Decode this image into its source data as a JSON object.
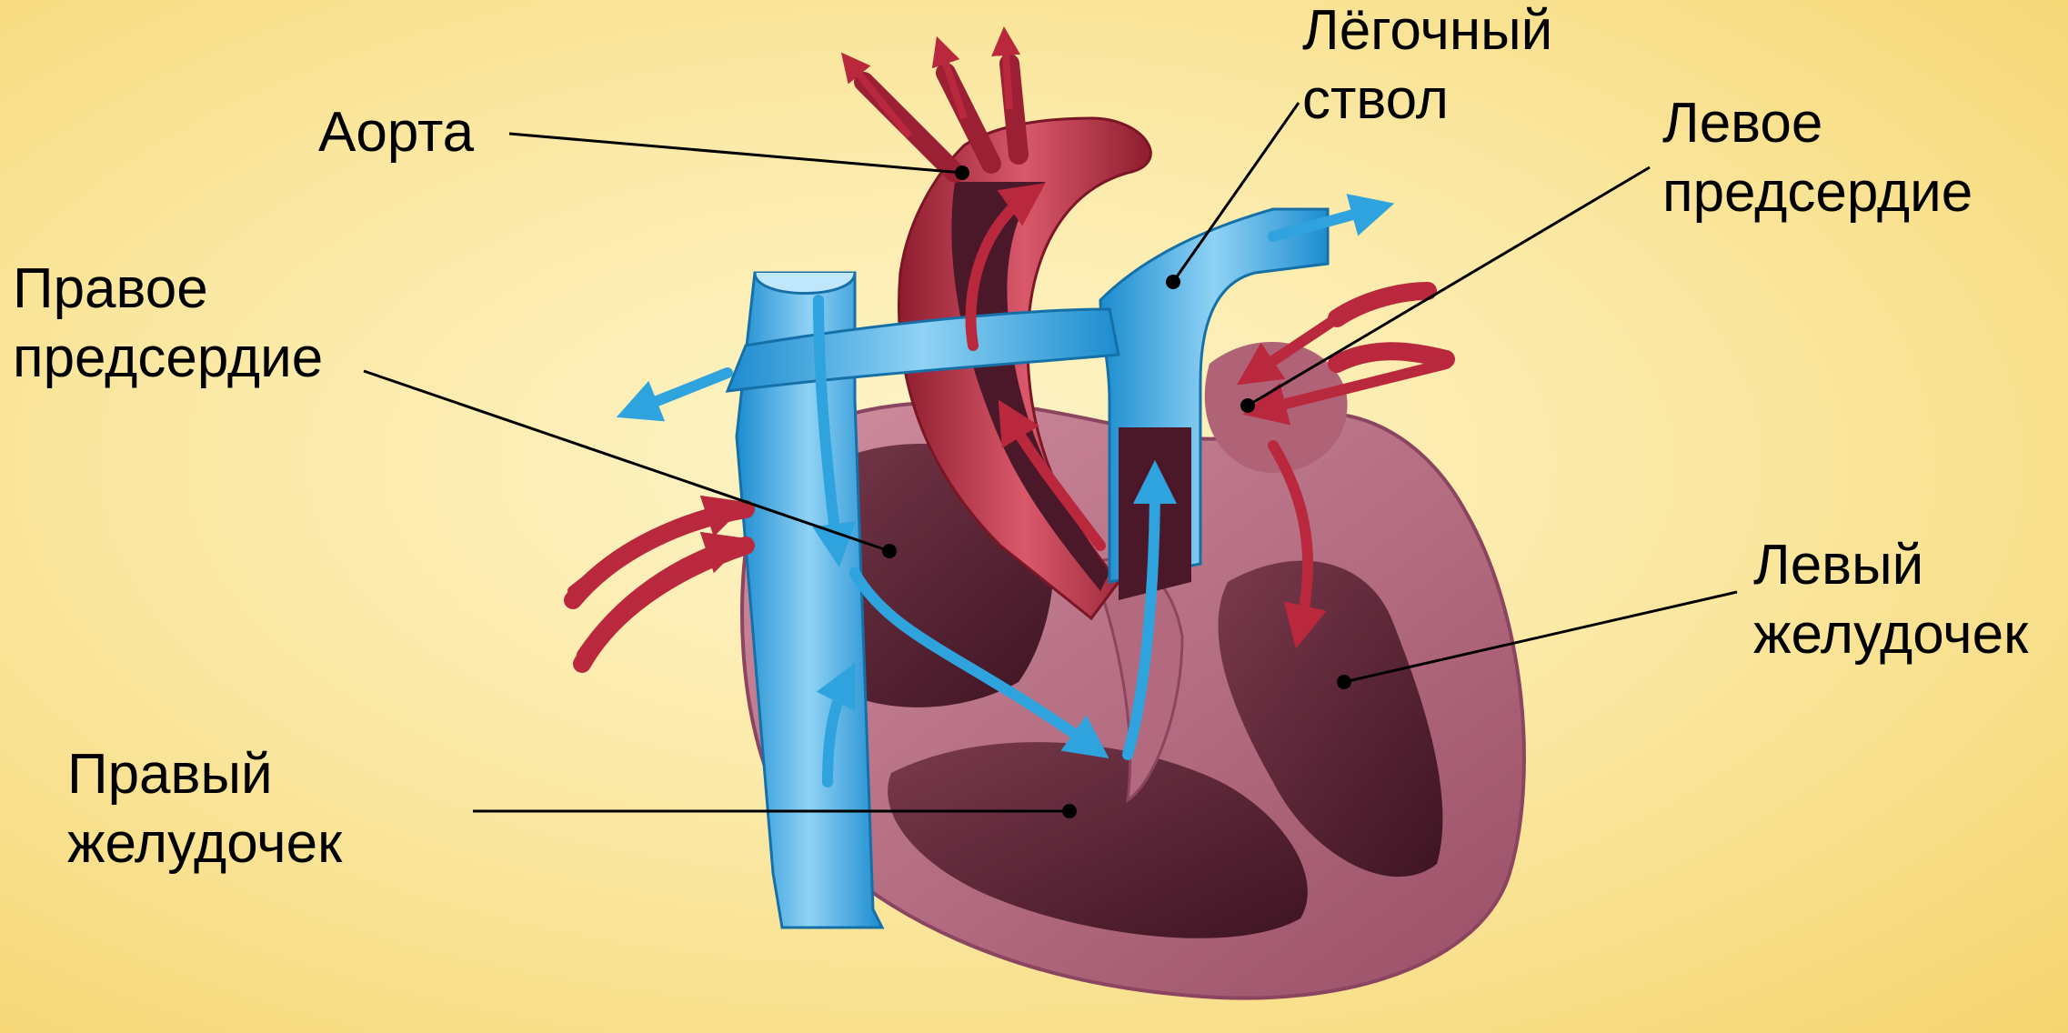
{
  "labels": {
    "aorta": [
      "Аорта"
    ],
    "pulmonary_trunk": [
      "Лёгочный",
      "ствол"
    ],
    "left_atrium": [
      "Левое",
      "предсердие"
    ],
    "right_atrium": [
      "Правое",
      "предсердие"
    ],
    "left_ventricle": [
      "Левый",
      "желудочек"
    ],
    "right_ventricle": [
      "Правый",
      "желудочек"
    ]
  },
  "colors": {
    "background_center": "#fdf4c8",
    "background_edge": "#f5d56f",
    "muscle": "#c27a8c",
    "muscle_dark": "#a45c70",
    "chamber": "#5e2638",
    "oxygenated_blood": "#b9283c",
    "deoxygenated_blood": "#2ea3de",
    "leader_line": "#000000"
  }
}
